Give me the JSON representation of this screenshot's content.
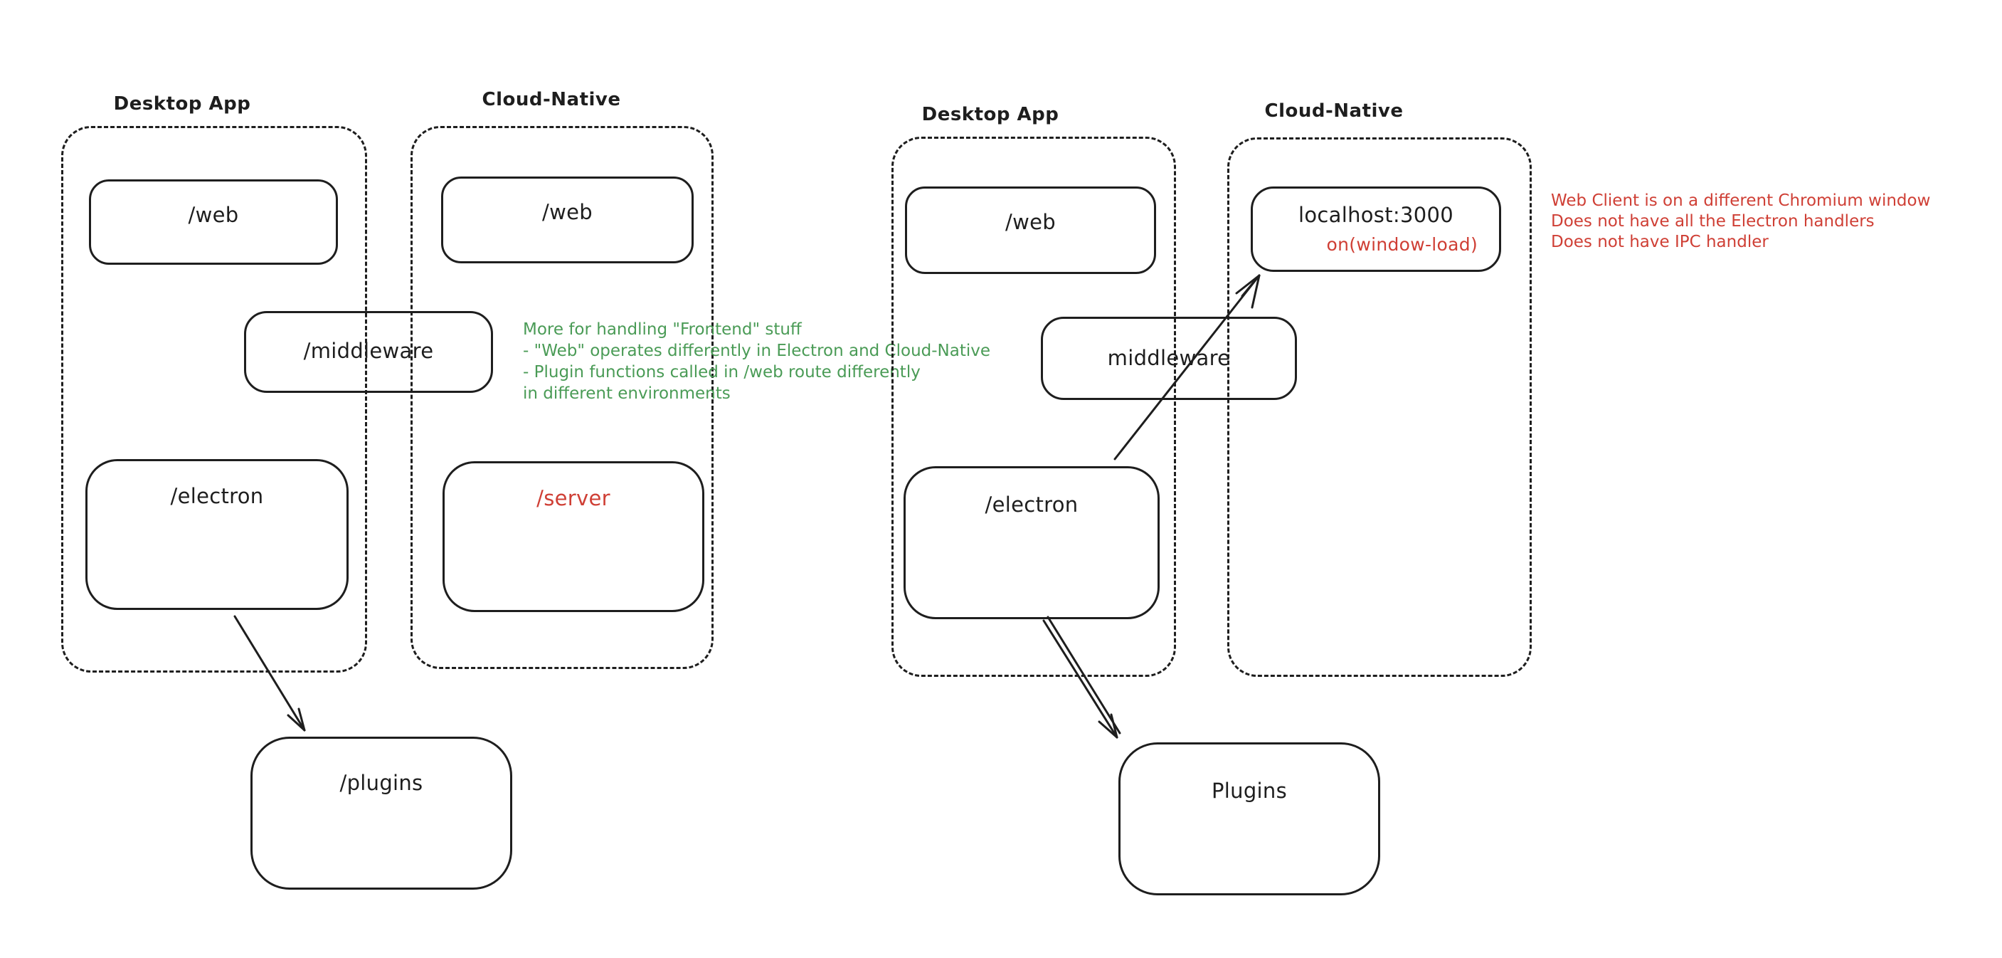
{
  "colors": {
    "ink": "#1e1e1e",
    "green": "#4a9b56",
    "red": "#cf3f35",
    "canvas_bg": "#ffffff"
  },
  "diagram_left": {
    "desktop_label": "Desktop App",
    "cloud_label": "Cloud-Native",
    "boxes": {
      "web_desktop": "/web",
      "web_cloud": "/web",
      "middleware": "/middleware",
      "electron": "/electron",
      "server": "/server",
      "plugins": "/plugins"
    }
  },
  "diagram_right": {
    "desktop_label": "Desktop App",
    "cloud_label": "Cloud-Native",
    "boxes": {
      "web_desktop": "/web",
      "localhost": "localhost:3000",
      "on_window_load": "on(window-load)",
      "middleware": "middleware",
      "electron": "/electron",
      "plugins": "Plugins"
    }
  },
  "annotations": {
    "green_note_lines": [
      "More for handling \"Frontend\" stuff",
      "- \"Web\" operates differently in Electron and Cloud-Native",
      "- Plugin functions called in /web route differently",
      "in different environments"
    ],
    "red_note_lines": [
      "Web Client is on a different Chromium window",
      "Does not have all the Electron handlers",
      "Does not have IPC handler"
    ]
  }
}
